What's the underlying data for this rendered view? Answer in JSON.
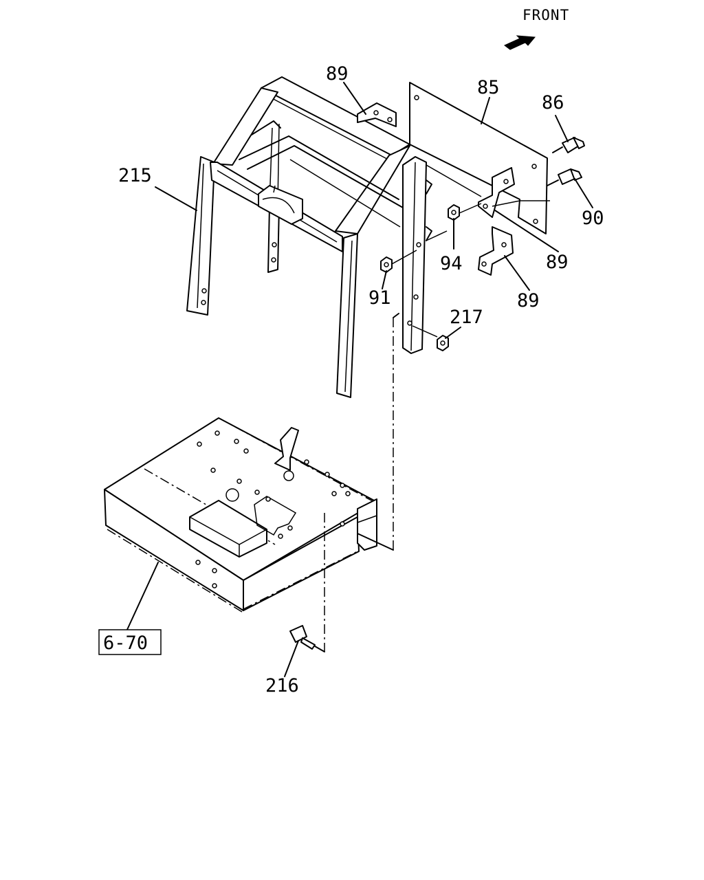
{
  "orientation": {
    "label": "FRONT",
    "icon": "front-arrow-icon"
  },
  "callouts": {
    "c89_top": "89",
    "c85": "85",
    "c86": "86",
    "c215": "215",
    "c90": "90",
    "c94": "94",
    "c89_mid": "89",
    "c91": "91",
    "c89_low": "89",
    "c217": "217",
    "ref670": "6-70",
    "c216": "216"
  }
}
